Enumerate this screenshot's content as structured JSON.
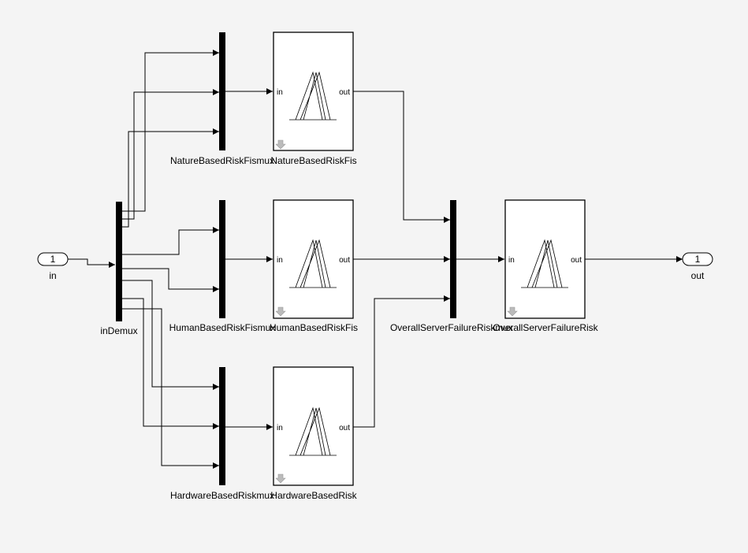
{
  "ports": {
    "input": {
      "number": "1",
      "label": "in"
    },
    "output": {
      "number": "1",
      "label": "out"
    }
  },
  "demux": {
    "label": "inDemux"
  },
  "muxes": {
    "nature": "NatureBasedRiskFismux",
    "human": "HumanBasedRiskFismux",
    "hardware": "HardwareBasedRiskmux",
    "overall": "OverallServerFailureRiskmux"
  },
  "fis_blocks": {
    "nature": {
      "label": "NatureBasedRiskFis",
      "in_port": "in",
      "out_port": "out"
    },
    "human": {
      "label": "HumanBasedRiskFis",
      "in_port": "in",
      "out_port": "out"
    },
    "hardware": {
      "label": "HardwareBasedRisk",
      "in_port": "in",
      "out_port": "out"
    },
    "overall": {
      "label": "OverallServerFailureRisk",
      "in_port": "in",
      "out_port": "out"
    }
  }
}
